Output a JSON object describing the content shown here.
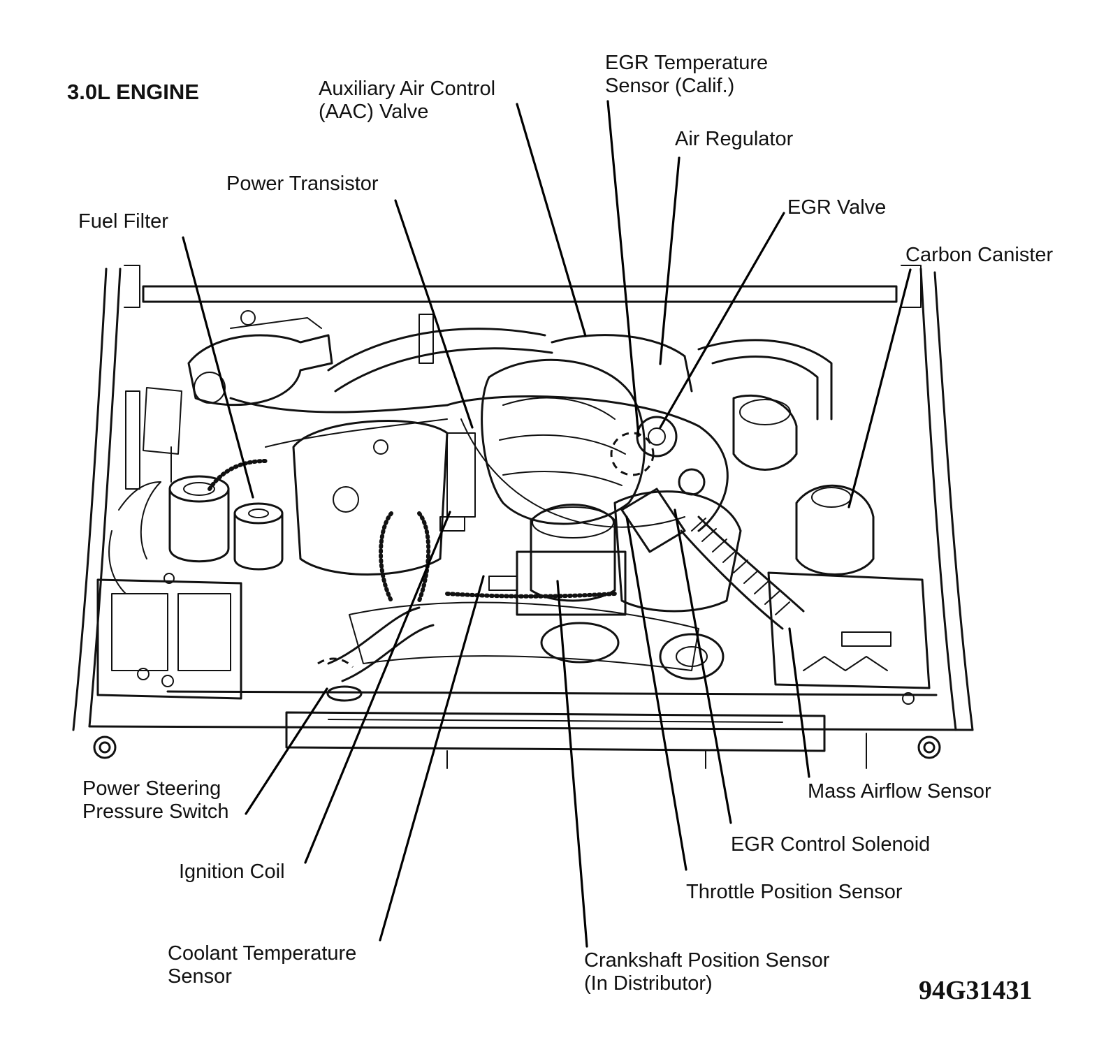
{
  "title": "3.0L ENGINE",
  "figure_code": "94G31431",
  "labels": {
    "aac_valve": [
      "Auxiliary Air Control",
      "(AAC) Valve"
    ],
    "egr_temp_sensor": [
      "EGR Temperature",
      "Sensor (Calif.)"
    ],
    "air_regulator": [
      "Air Regulator"
    ],
    "power_transistor": [
      "Power Transistor"
    ],
    "egr_valve": [
      "EGR Valve"
    ],
    "fuel_filter": [
      "Fuel Filter"
    ],
    "carbon_canister": [
      "Carbon Canister"
    ],
    "ps_pressure_switch": [
      "Power Steering",
      "Pressure Switch"
    ],
    "mass_airflow_sensor": [
      "Mass Airflow Sensor"
    ],
    "egr_control_solenoid": [
      "EGR Control Solenoid"
    ],
    "ignition_coil": [
      "Ignition Coil"
    ],
    "throttle_position_sensor": [
      "Throttle Position Sensor"
    ],
    "coolant_temp_sensor": [
      "Coolant Temperature",
      "Sensor"
    ],
    "crankshaft_position_sensor": [
      "Crankshaft Position Sensor",
      "(In Distributor)"
    ]
  }
}
